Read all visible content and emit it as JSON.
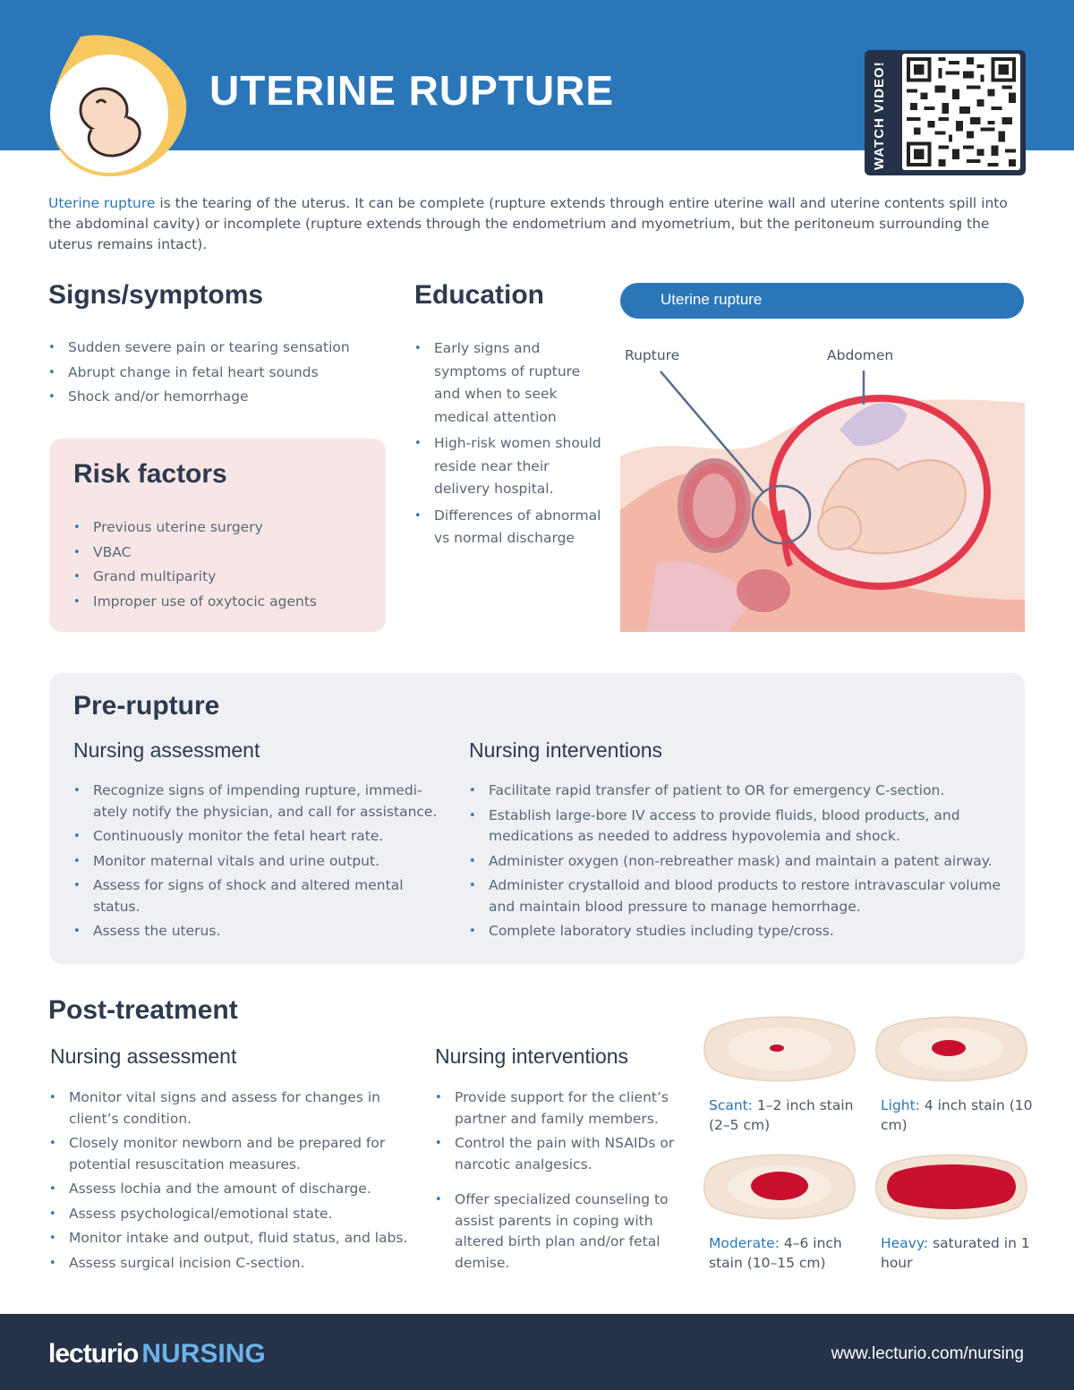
{
  "header": {
    "title": "UTERINE RUPTURE",
    "qr_label": "WATCH VIDEO!"
  },
  "intro": {
    "term": "Uterine rupture",
    "text": " is the tearing of the uterus. It can be complete (rupture extends through entire uterine wall and uterine contents spill into the abdominal cavity) or incomplete (rupture extends through the endometrium and myometrium, but the peritoneum surrounding the uterus remains intact)."
  },
  "signs": {
    "heading": "Signs/symptoms",
    "items": [
      "Sudden severe pain or tearing sensation",
      "Abrupt change in fetal heart sounds",
      "Shock and/or hemorrhage"
    ]
  },
  "risk": {
    "heading": "Risk factors",
    "items": [
      "Previous uterine surgery",
      "VBAC",
      "Grand multiparity",
      "Improper use of oxytocic agents"
    ]
  },
  "education": {
    "heading": "Education",
    "items": [
      "Early signs and symptoms of rupture and when to seek medical attention",
      "High-risk women should reside near their delivery hospital.",
      "Differences of abnormal vs normal discharge"
    ]
  },
  "diagram": {
    "title": "Uterine rupture",
    "label_rupture": "Rupture",
    "label_abdomen": "Abdomen"
  },
  "pre": {
    "heading": "Pre-rupture",
    "assessment_heading": "Nursing assessment",
    "assessment": [
      "Recognize signs of impending rupture, immedi-ately notify the physician, and call for assistance.",
      "Continuously monitor the fetal heart rate.",
      "Monitor maternal vitals and urine output.",
      "Assess for signs of shock and altered mental status.",
      "Assess the uterus."
    ],
    "interventions_heading": "Nursing interventions",
    "interventions": [
      "Facilitate rapid transfer of patient to OR for emergency C-section.",
      "Establish large-bore IV access to provide fluids, blood products, and medications as needed to address hypovolemia and shock.",
      "Administer oxygen (non-rebreather mask) and maintain a patent airway.",
      "Administer crystalloid and blood products to restore intravascular volume and maintain blood pressure to manage hemorrhage.",
      "Complete laboratory studies including type/cross."
    ]
  },
  "post": {
    "heading": "Post-treatment",
    "assessment_heading": "Nursing assessment",
    "assessment": [
      "Monitor vital signs and assess for changes in client’s condition.",
      "Closely monitor newborn and be prepared for potential resuscitation measures.",
      "Assess lochia and the amount of discharge.",
      "Assess psychological/emotional state.",
      "Monitor intake and output, fluid status, and labs.",
      "Assess surgical incision C-section."
    ],
    "interventions_heading": "Nursing interventions",
    "interventions": [
      "Provide support for the client’s partner and family members.",
      "Control the pain with NSAIDs or narcotic analgesics.",
      "Offer specialized counseling to assist parents in coping with altered birth plan and/or fetal demise."
    ]
  },
  "lochia": [
    {
      "key": "Scant:",
      "text": " 1–2 inch stain (2–5 cm)"
    },
    {
      "key": "Light:",
      "text": " 4 inch stain (10 cm)"
    },
    {
      "key": "Moderate:",
      "text": " 4–6 inch stain (10–15 cm)"
    },
    {
      "key": "Heavy:",
      "text": " saturated in 1 hour"
    }
  ],
  "footer": {
    "brand": "lecturio",
    "brand_suffix": "NURSING",
    "url": "www.lecturio.com/nursing"
  },
  "colors": {
    "brand_blue": "#2b76b9",
    "navy": "#253248",
    "heading": "#2e3a4e",
    "risk_bg": "#f8e6e6",
    "panel_bg": "#eef0f3",
    "blood": "#c8102e"
  }
}
